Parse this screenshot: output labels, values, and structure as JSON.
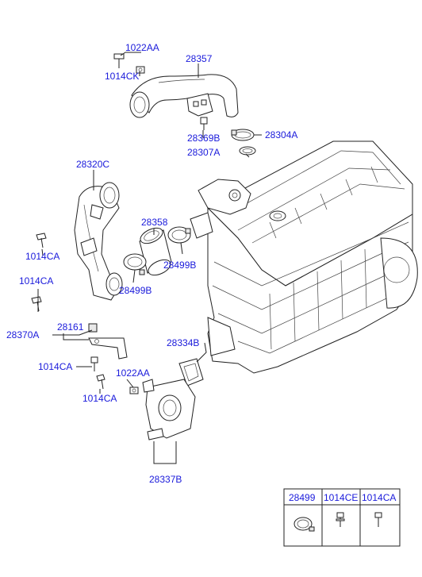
{
  "labels": {
    "p1022AA_top": "1022AA",
    "p1014CK": "1014CK",
    "p28357": "28357",
    "p28369B": "28369B",
    "p28304A": "28304A",
    "p28307A": "28307A",
    "p28320C": "28320C",
    "p28358": "28358",
    "p1014CA_1": "1014CA",
    "p28499B_right": "28499B",
    "p1014CA_2": "1014CA",
    "p28499B_left": "28499B",
    "p28370A": "28370A",
    "p28161": "28161",
    "p28334B": "28334B",
    "p1014CA_3": "1014CA",
    "p1022AA_bot": "1022AA",
    "p1014CA_4": "1014CA",
    "p28337B": "28337B"
  },
  "legend_table": {
    "headers": [
      "28499",
      "1014CE",
      "1014CA"
    ]
  },
  "icons": [
    "clamp-icon",
    "bolt-icon",
    "bolt-icon"
  ]
}
